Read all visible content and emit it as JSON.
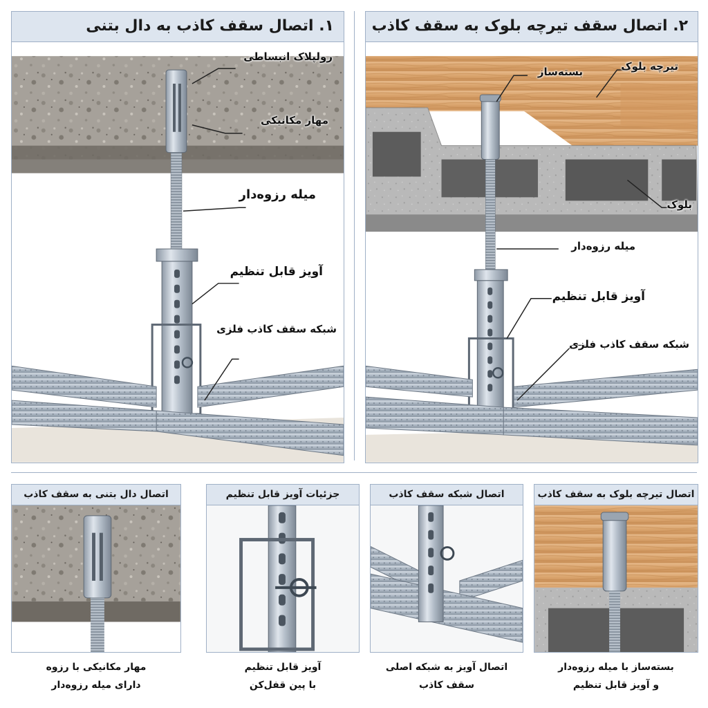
{
  "panels": {
    "concrete": {
      "title": "۱. اتصال سقف کاذب به دال بتنی",
      "labels": {
        "anchor": "رولپلاک انبساطی",
        "mech": "مهار مکانیکی",
        "rod": "میله رزوه‌دار",
        "hanger": "آویز قابل تنظیم",
        "grid": "شبکه سقف کاذب فلزی"
      }
    },
    "joist": {
      "title": "۲. اتصال سقف تیرچه بلوک به سقف کاذب",
      "labels": {
        "fastener": "بسته‌ساز",
        "joist": "تیرچه بلوک",
        "block": "بلوک",
        "rod": "میله رزوه‌دار",
        "hanger": "آویز قابل تنظیم",
        "grid": "شبکه سقف کاذب فلزی"
      }
    }
  },
  "details": [
    {
      "title": "اتصال دال بتنی به سقف کاذب",
      "caption_1": "مهار مکانیکی با رزوه",
      "caption_2": "دارای میله رزوه‌دار"
    },
    {
      "title": "جزئیات آویز قابل تنظیم",
      "caption_1": "آویز قابل تنظیم",
      "caption_2": "با پین قفل‌کن"
    },
    {
      "title": "اتصال شبکه سقف کاذب",
      "caption_1": "اتصال آویز به شبکه اصلی",
      "caption_2": "سقف کاذب"
    },
    {
      "title": "اتصال تیرچه بلوک به سقف کاذب",
      "caption_1": "بسته‌ساز با میله رزوه‌دار",
      "caption_2": "و آویز قابل تنظیم"
    }
  ]
}
